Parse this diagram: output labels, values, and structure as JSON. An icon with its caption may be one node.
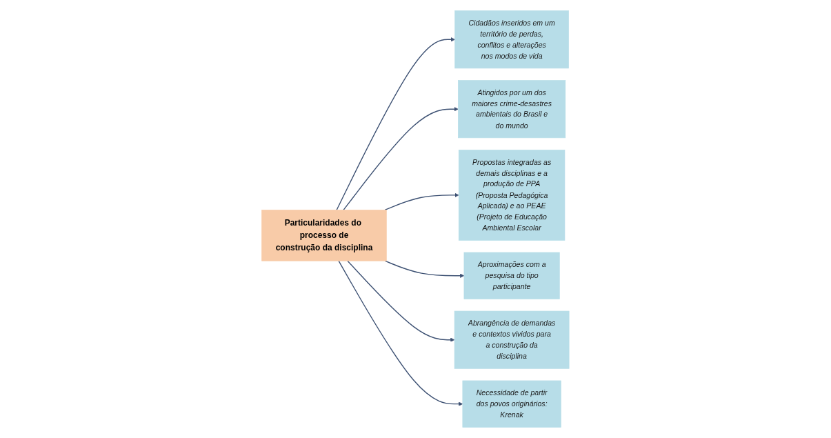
{
  "diagram": {
    "nodes": [
      {
        "text": [
          "Particularidades do processo de construção da disciplina"
        ]
      },
      {
        "text": [
          "Cidadãos inseridos em um território de perdas, conflitos e alterações nos modos de vida"
        ]
      },
      {
        "text": [
          "Atingidos por um dos maiores crime-desastres ambientais do Brasil e do mundo"
        ]
      },
      {
        "text": [
          "Propostas integradas as demais disciplinas e a produção de PPA (Proposta Pedagógica Aplicada) e ao PEAE (Projeto de Educação Ambiental Escolar"
        ]
      },
      {
        "text": [
          "Aproximações com a pesquisa do tipo participante"
        ]
      },
      {
        "text": [
          "Abrangência de demandas e contextos vividos para a construção da disciplina"
        ]
      },
      {
        "text": [
          "Necessidade de partir dos povos originários: Krenak"
        ]
      }
    ],
    "edges": [
      {
        "from": 0,
        "to": 1,
        "arrow": "to"
      },
      {
        "from": 0,
        "to": 2,
        "arrow": "to"
      },
      {
        "from": 0,
        "to": 3,
        "arrow": "to"
      },
      {
        "from": 0,
        "to": 4,
        "arrow": "to"
      },
      {
        "from": 0,
        "to": 5,
        "arrow": "to"
      },
      {
        "from": 0,
        "to": 6,
        "arrow": "to"
      }
    ]
  }
}
